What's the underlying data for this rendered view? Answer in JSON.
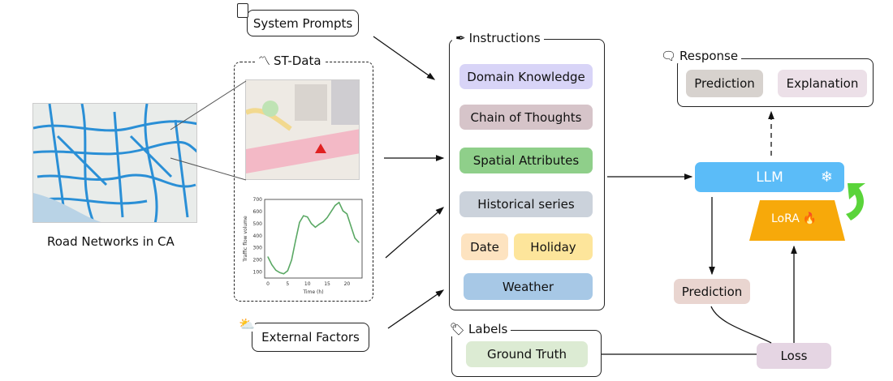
{
  "road_map": {
    "caption": "Road Networks in CA"
  },
  "system_prompts": {
    "label": "System Prompts",
    "icon": "document-icon"
  },
  "st_data": {
    "label": "ST-Data",
    "icon": "waveform-icon"
  },
  "external_factors": {
    "label": "External Factors",
    "icon": "weather-icon"
  },
  "instructions": {
    "label": "Instructions",
    "icon": "feather-icon",
    "items": [
      "Domain Knowledge",
      "Chain of Thoughts",
      "Spatial Attributes",
      "Historical series",
      "Date",
      "Holiday",
      "Weather"
    ]
  },
  "labels": {
    "label": "Labels",
    "icon": "tag-icon",
    "ground_truth": "Ground Truth"
  },
  "response": {
    "label": "Response",
    "icon": "chatbot-icon",
    "prediction": "Prediction",
    "explanation": "Explanation"
  },
  "llm": {
    "label": "LLM",
    "icon": "snowflake-icon"
  },
  "lora": {
    "label": "LoRA",
    "icon": "fire-icon"
  },
  "prediction": "Prediction",
  "loss": "Loss",
  "colors": {
    "llm": "#5bbcf8",
    "lora": "#f7a90a",
    "arrow_green": "#5ad43a",
    "line": "#5aa864"
  },
  "chart_data": {
    "type": "line",
    "xlabel": "Time (h)",
    "ylabel": "Traffic flow volume",
    "xlim": [
      0,
      23
    ],
    "ylim": [
      50,
      700
    ],
    "xticks": [
      0,
      5,
      10,
      15,
      20
    ],
    "yticks": [
      100,
      200,
      300,
      400,
      500,
      600,
      700
    ],
    "x": [
      0,
      1,
      2,
      3,
      4,
      5,
      6,
      7,
      8,
      9,
      10,
      11,
      12,
      13,
      14,
      15,
      16,
      17,
      18,
      19,
      20,
      21,
      22,
      23
    ],
    "values": [
      225,
      160,
      115,
      95,
      85,
      110,
      200,
      360,
      510,
      565,
      555,
      500,
      470,
      495,
      515,
      550,
      600,
      650,
      675,
      605,
      580,
      480,
      380,
      345
    ]
  }
}
